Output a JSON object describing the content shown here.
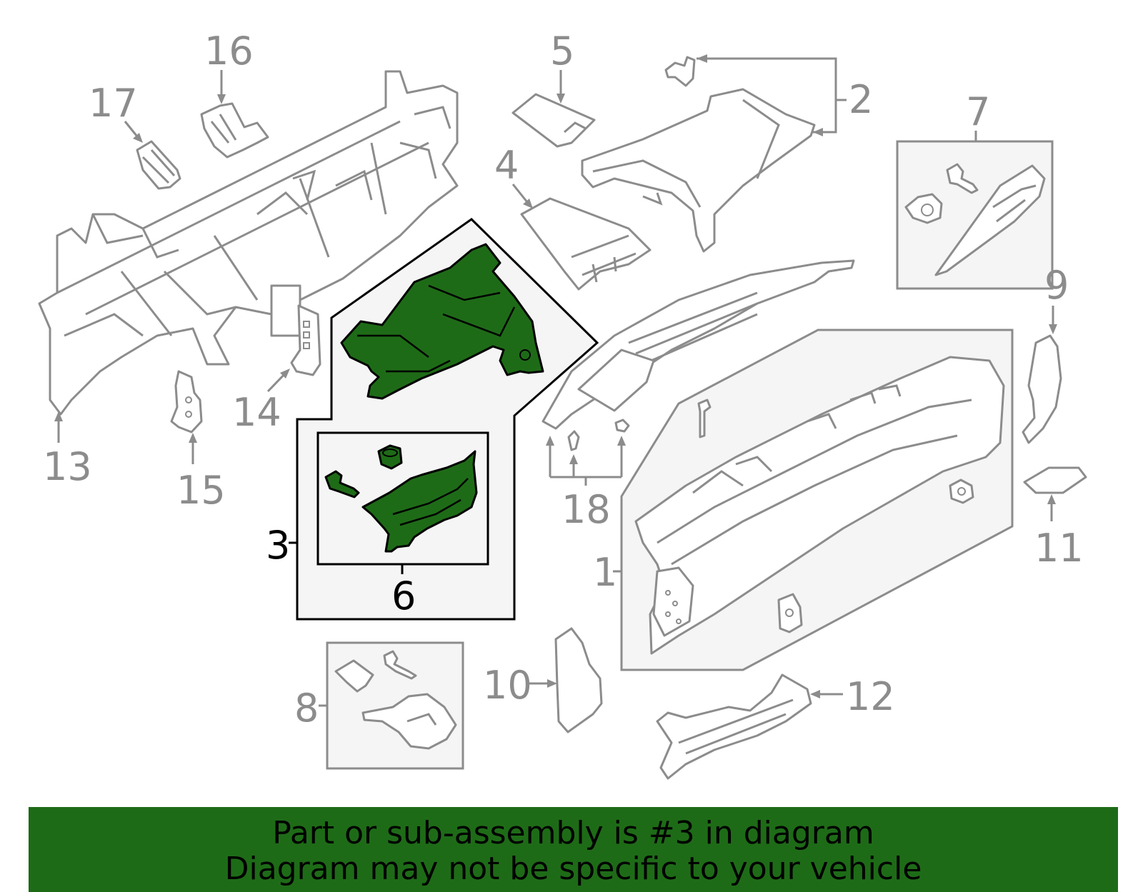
{
  "labels": {
    "l1": "1",
    "l2": "2",
    "l3": "3",
    "l4": "4",
    "l5": "5",
    "l6": "6",
    "l7": "7",
    "l8": "8",
    "l9": "9",
    "l10": "10",
    "l11": "11",
    "l12": "12",
    "l13": "13",
    "l14": "14",
    "l15": "15",
    "l16": "16",
    "l17": "17",
    "l18": "18"
  },
  "highlight": {
    "part": "3",
    "sub_part": "6",
    "color": "#1e6b17"
  },
  "banner": {
    "line1": "Part or sub-assembly is #3 in diagram",
    "line2": "Diagram may not be specific to your vehicle",
    "background": "#1e6b17"
  },
  "colors": {
    "line": "#8c8c8c",
    "highlight": "#1e6b17",
    "box_fill": "#f5f5f5"
  }
}
